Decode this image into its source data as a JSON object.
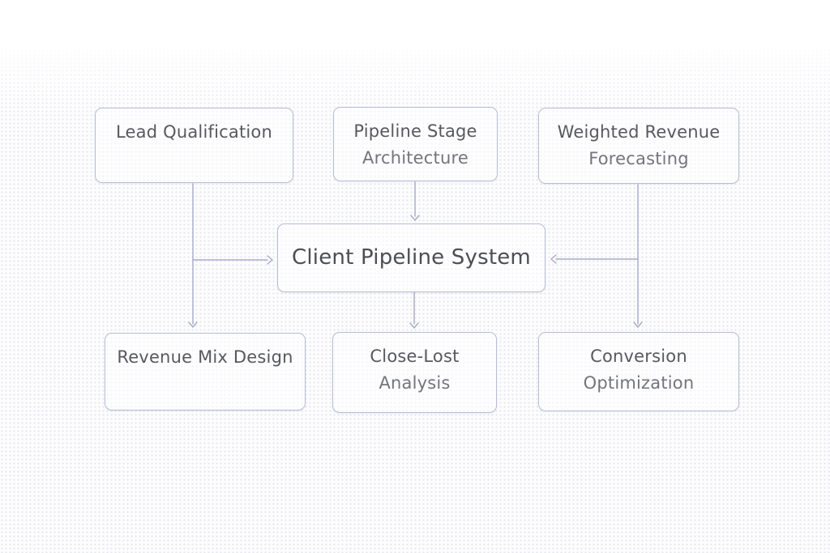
{
  "nodes": {
    "lead_qualification": {
      "line1": "Lead Qualification",
      "line2": ""
    },
    "pipeline_stage_architecture": {
      "line1": "Pipeline Stage",
      "line2": "Architecture"
    },
    "weighted_revenue_forecasting": {
      "line1": "Weighted Revenue",
      "line2": "Forecasting"
    },
    "client_pipeline_system": {
      "label": "Client Pipeline System"
    },
    "revenue_mix_design": {
      "line1": "Revenue Mix Design",
      "line2": ""
    },
    "close_lost_analysis": {
      "line1": "Close-Lost",
      "line2": "Analysis"
    },
    "conversion_optimization": {
      "line1": "Conversion",
      "line2": "Optimization"
    }
  },
  "edges": [
    {
      "from": "lead_qualification",
      "to": "client_pipeline_system",
      "route": "down-then-right"
    },
    {
      "from": "lead_qualification",
      "to": "revenue_mix_design",
      "route": "down"
    },
    {
      "from": "pipeline_stage_architecture",
      "to": "client_pipeline_system",
      "route": "down"
    },
    {
      "from": "weighted_revenue_forecasting",
      "to": "client_pipeline_system",
      "route": "down-then-left"
    },
    {
      "from": "weighted_revenue_forecasting",
      "to": "conversion_optimization",
      "route": "down"
    },
    {
      "from": "client_pipeline_system",
      "to": "close_lost_analysis",
      "route": "down"
    }
  ],
  "colors": {
    "background": "#fdfdfe",
    "dot_grid": "#e7e8f0",
    "node_border": "#b9bdd6",
    "node_fill": "rgba(255,255,255,0.55)",
    "edge": "#a7acc9",
    "text_primary": "#58595f",
    "text_secondary": "#74757c",
    "center_text": "#4d4e54"
  }
}
